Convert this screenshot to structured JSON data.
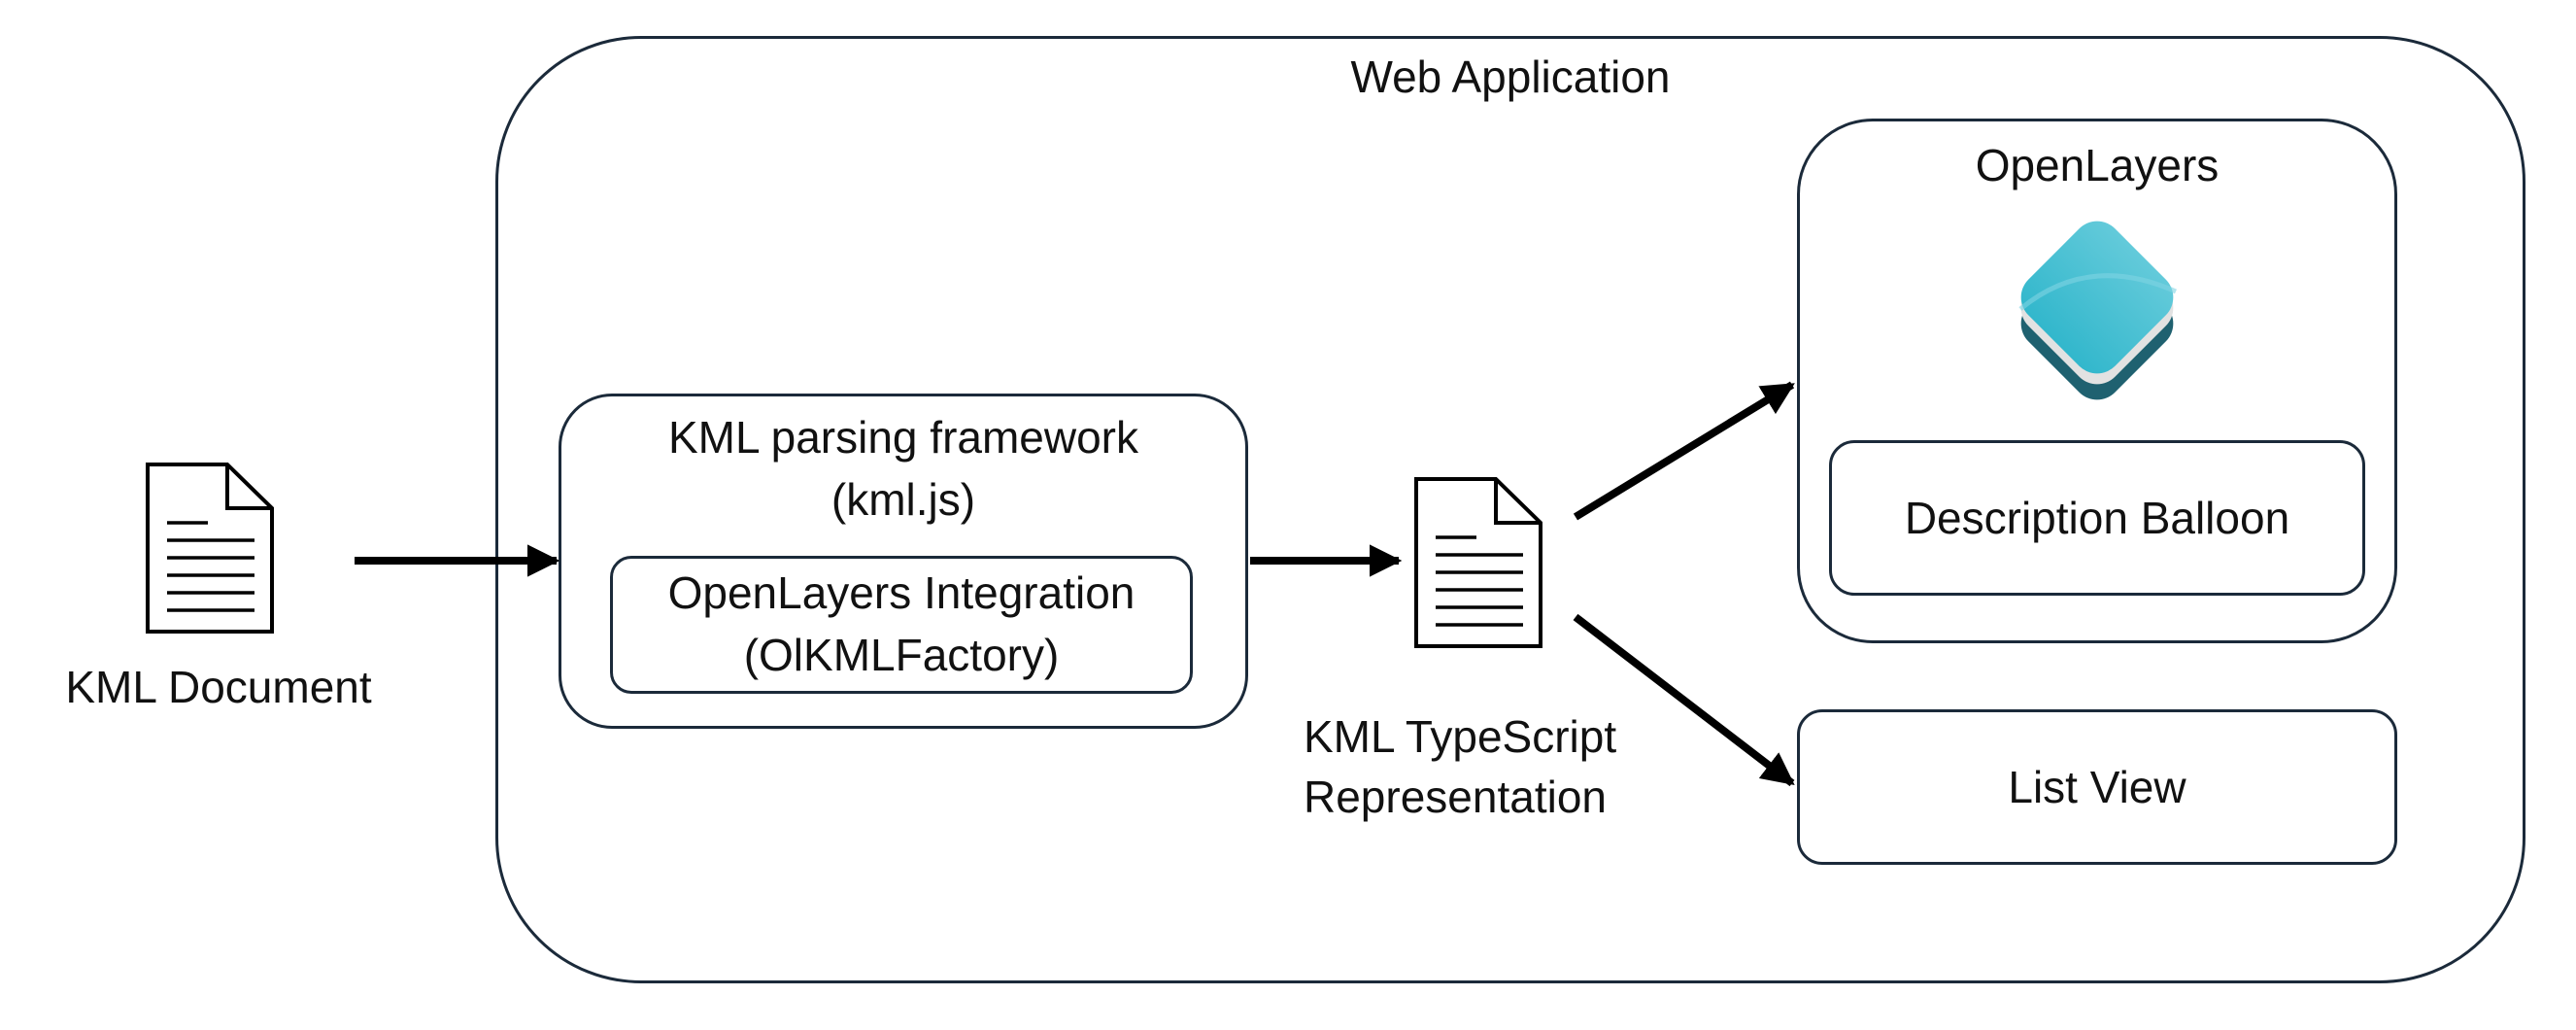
{
  "diagram": {
    "colors": {
      "stroke": "#1b2a3a",
      "arrow": "#000000",
      "logo_top": "#4fc3d6",
      "logo_mid": "#e0e0e0",
      "logo_bottom": "#1f6170"
    },
    "web_application": {
      "title": "Web Application"
    },
    "kml_document": {
      "label": "KML Document",
      "icon": "document-icon"
    },
    "parsing_framework": {
      "title_line1": "KML parsing framework",
      "title_line2": "(kml.js)",
      "integration_line1": "OpenLayers Integration",
      "integration_line2": "(OlKMLFactory)"
    },
    "typescript_representation": {
      "label_line1": "KML TypeScript",
      "label_line2": "Representation",
      "icon": "document-icon"
    },
    "openlayers": {
      "title": "OpenLayers",
      "logo": "openlayers-logo-icon",
      "balloon": "Description Balloon"
    },
    "list_view": {
      "label": "List View"
    }
  }
}
